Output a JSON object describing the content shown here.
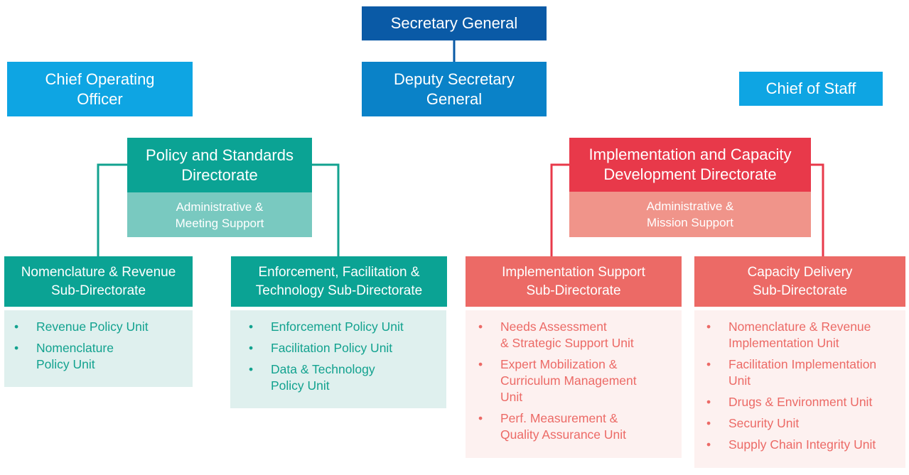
{
  "top": {
    "secretary_general": "Secretary General",
    "chief_operating_officer": "Chief Operating\nOfficer",
    "deputy_secretary_general": "Deputy Secretary\nGeneral",
    "chief_of_staff": "Chief of Staff"
  },
  "policy": {
    "title": "Policy and Standards\nDirectorate",
    "support": "Administrative &\nMeeting Support",
    "nomenclature": {
      "title": "Nomenclature & Revenue\nSub-Directorate",
      "units": [
        "Revenue Policy Unit",
        "Nomenclature\nPolicy Unit"
      ]
    },
    "enforcement": {
      "title": "Enforcement, Facilitation &\nTechnology Sub-Directorate",
      "units": [
        "Enforcement Policy Unit",
        "Facilitation Policy Unit",
        "Data & Technology\nPolicy Unit"
      ]
    }
  },
  "implementation": {
    "title": "Implementation and Capacity\nDevelopment Directorate",
    "support": "Administrative &\nMission Support",
    "impl_support": {
      "title": "Implementation Support\nSub-Directorate",
      "units": [
        "Needs Assessment\n& Strategic Support Unit",
        "Expert Mobilization &\nCurriculum Management\nUnit",
        "Perf. Measurement &\nQuality Assurance Unit"
      ]
    },
    "capacity": {
      "title": "Capacity Delivery\nSub-Directorate",
      "units": [
        "Nomenclature & Revenue\nImplementation Unit",
        "Facilitation Implementation\nUnit",
        "Drugs & Environment Unit",
        "Security Unit",
        "Supply Chain Integrity Unit"
      ]
    }
  },
  "colors": {
    "navy": "#0a5aa6",
    "sky": "#0ea5e3",
    "mid_blue": "#0a82c8",
    "teal": "#0ba394",
    "teal_light": "#79c9c0",
    "red": "#e8394a",
    "salmon": "#f0948a",
    "coral": "#ec6a66"
  }
}
